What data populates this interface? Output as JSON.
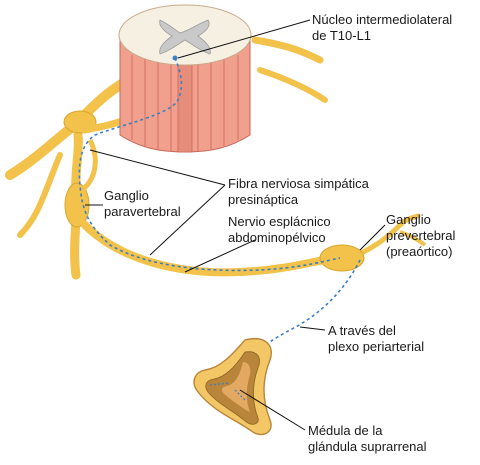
{
  "labels": {
    "nucleus": [
      "Núcleo intermediolateral",
      "de T10-L1"
    ],
    "ganglion_para": [
      "Ganglio",
      "paravertebral"
    ],
    "presynaptic": [
      "Fibra nerviosa simpática",
      "presináptica"
    ],
    "splanchnic": [
      "Nervio esplácnico",
      "abdominopélvico"
    ],
    "ganglion_pre": [
      "Ganglio",
      "prevertebral",
      "(preaórtico)"
    ],
    "plexus": [
      "A través del",
      "plexo periarterial"
    ],
    "medulla": [
      "Médula de la",
      "glándula suprarrenal"
    ]
  },
  "colors": {
    "nerve": "#f2c24a",
    "nerve_dark": "#d9a52c",
    "cord_body": "#f0a08c",
    "cord_dark": "#d9776a",
    "gray_matter": "#c9c9c9",
    "white_matter": "#f6f0e2",
    "fiber": "#3a7fc4",
    "adrenal_outer": "#f3c766",
    "adrenal_inner": "#b8853a"
  }
}
